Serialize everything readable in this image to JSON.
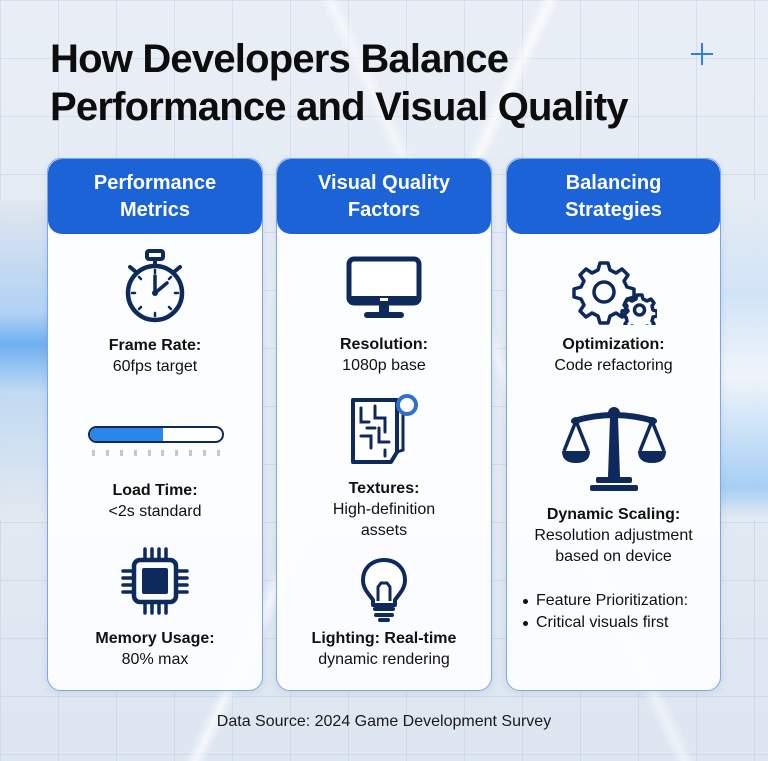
{
  "title": {
    "line1": "How Developers Balance",
    "line2": "Performance and Visual Quality"
  },
  "decor": {
    "plus_icon": "plus-icon",
    "accent_color": "#1b63d6"
  },
  "columns": [
    {
      "header_line1": "Performance",
      "header_line2": "Metrics",
      "items": [
        {
          "icon": "stopwatch-icon",
          "label": "Frame Rate:",
          "value": "60fps target"
        },
        {
          "icon": "progress-bar-icon",
          "label": "Load Time:",
          "value": "<2s standard",
          "progress_percent": 55
        },
        {
          "icon": "cpu-chip-icon",
          "label": "Memory Usage:",
          "value": "80% max"
        }
      ]
    },
    {
      "header_line1": "Visual Quality",
      "header_line2": "Factors",
      "items": [
        {
          "icon": "monitor-icon",
          "label": "Resolution:",
          "value": "1080p base"
        },
        {
          "icon": "texture-icon",
          "label": "Textures:",
          "value_line1": "High-definition",
          "value_line2": "assets"
        },
        {
          "icon": "lightbulb-icon",
          "label": "Lighting: Real-time",
          "value": "dynamic rendering"
        }
      ]
    },
    {
      "header_line1": "Balancing",
      "header_line2": "Strategies",
      "items": [
        {
          "icon": "gears-icon",
          "label": "Optimization:",
          "value": "Code refactoring"
        },
        {
          "icon": "scales-icon",
          "label": "Dynamic Scaling:",
          "value_line1": "Resolution adjustment",
          "value_line2": "based on device"
        }
      ],
      "bullets": [
        "Feature Prioritization:",
        "Critical visuals first"
      ]
    }
  ],
  "footer": "Data Source: 2024 Game Development Survey"
}
